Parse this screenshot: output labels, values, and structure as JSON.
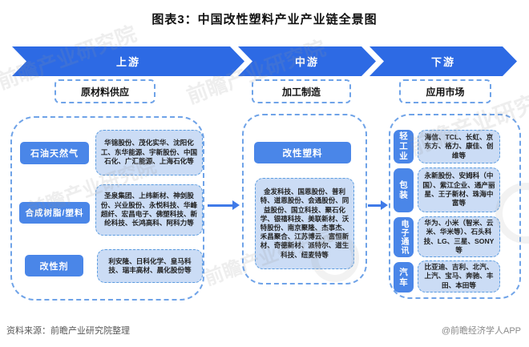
{
  "title": "图表3：中国改性塑料产业产业链全景图",
  "banner": {
    "segments": [
      "上游",
      "中游",
      "下游"
    ]
  },
  "columns": [
    {
      "header": "原材料供应",
      "rows": [
        {
          "label": "石油天然气",
          "companies": "华锦股份、茂化实华、沈阳化工、东华能源、宇新股份、中国石化、广汇能源、上海石化等"
        },
        {
          "label": "合成树脂/塑料",
          "companies": "圣泉集团、上纬新材、神剑股份、兴业股份、永悦科技、华峰超纤、宏昌电子、佛塑科技、新纶科技、长鸿高科、阿科力等"
        },
        {
          "label": "改性剂",
          "companies": "利安隆、日科化学、皇马科技、瑞丰高材、晨化股份等"
        }
      ]
    },
    {
      "header": "加工制造",
      "rows": [
        {
          "label": "改性塑料",
          "companies": "金发科技、国恩股份、普利特、道恩股份、会通股份、同益股份、国立科技、聚石化学、银禧科技、美联新材、沃特股份、南京聚隆、杰事杰、禾昌聚合、江苏博云、富恒新材、奇德新材、派特尔、道生科技、纽麦特等"
        }
      ]
    },
    {
      "header": "应用市场",
      "rows": [
        {
          "label": "轻工业",
          "companies": "海信、TCL、长虹、京东方、格力、康佳、创维等"
        },
        {
          "label": "包装",
          "companies": "永新股份、安姆科（中国）、紫江企业、通产丽星、王子新材、珠海中富等"
        },
        {
          "label": "电子通讯",
          "companies": "华为、小米（智米、云米、华米等）、石头科技、LG、三星、SONY等"
        },
        {
          "label": "汽车",
          "companies": "比亚迪、吉利、北汽、上汽、宝马、奔驰、丰田、本田等"
        }
      ]
    }
  ],
  "footer": {
    "source": "资料来源：前瞻产业研究院整理",
    "credit": "@前瞻经济学人APP"
  },
  "watermark": {
    "text": "前瞻产业研究院"
  },
  "colors": {
    "accent": "#2d6ae4",
    "button": "#4a86e8",
    "box_fill": "#cbdcf5",
    "box_border": "#5b9ce0",
    "container_border": "#6fa3e8",
    "body_text": "#222222",
    "source_text": "#595959",
    "credit_text": "#8a8a8a"
  }
}
